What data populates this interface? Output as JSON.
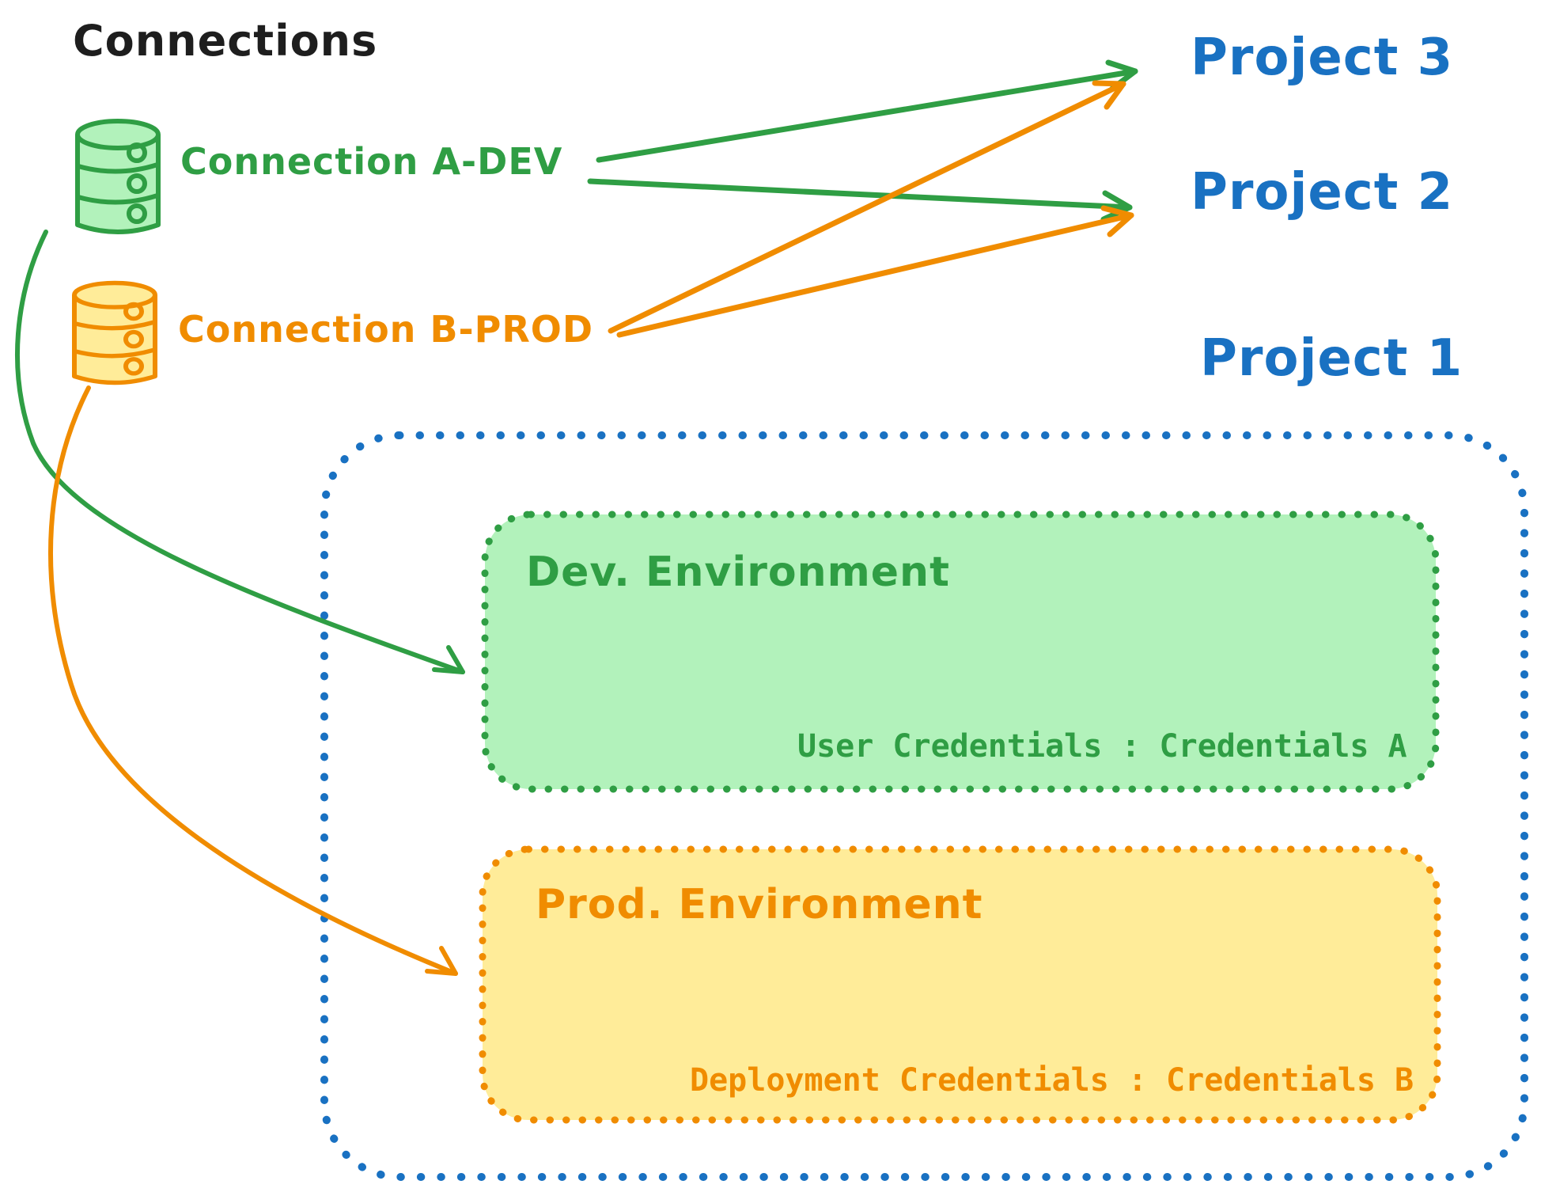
{
  "title": "Connections",
  "colors": {
    "ink": "#1e1e1e",
    "green": "#2f9e44",
    "green_fill": "#b2f2bb",
    "orange": "#f08c00",
    "orange_fill": "#ffec99",
    "blue": "#1971c2"
  },
  "connections": [
    {
      "label": "Connection A-DEV",
      "color": "#2f9e44",
      "icon": "database-cylinder-icon"
    },
    {
      "label": "Connection B-PROD",
      "color": "#f08c00",
      "icon": "database-cylinder-icon"
    }
  ],
  "projects": [
    {
      "label": "Project 3"
    },
    {
      "label": "Project 2"
    },
    {
      "label": "Project 1"
    }
  ],
  "project1": {
    "environments": [
      {
        "name": "Dev. Environment",
        "credential_line": "User Credentials : Credentials A"
      },
      {
        "name": "Prod. Environment",
        "credential_line": "Deployment Credentials : Credentials B"
      }
    ]
  },
  "arrows": [
    {
      "from": "Connection A-DEV",
      "to": "Project 3"
    },
    {
      "from": "Connection A-DEV",
      "to": "Project 2"
    },
    {
      "from": "Connection B-PROD",
      "to": "Project 3"
    },
    {
      "from": "Connection B-PROD",
      "to": "Project 2"
    },
    {
      "from": "Connection A-DEV",
      "to": "Dev. Environment"
    },
    {
      "from": "Connection B-PROD",
      "to": "Prod. Environment"
    }
  ]
}
